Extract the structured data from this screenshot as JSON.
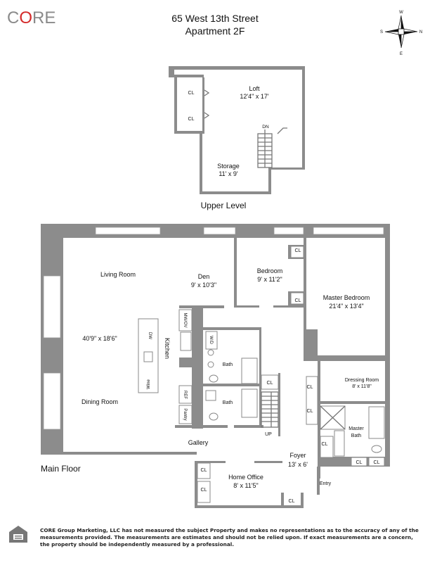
{
  "logo": {
    "text_pre": "C",
    "text_o": "O",
    "text_post": "RE"
  },
  "header": {
    "line1": "65 West 13th Street",
    "line2": "Apartment 2F"
  },
  "compass": {
    "n": "N",
    "s": "S",
    "e": "E",
    "w": "W"
  },
  "upper_level": {
    "label": "Upper Level",
    "loft": {
      "name": "Loft",
      "size": "12'4\" x 17'"
    },
    "storage": {
      "name": "Storage",
      "size": "11' x 9'"
    },
    "stairs": "DN",
    "closets": [
      "CL",
      "CL"
    ]
  },
  "main_floor": {
    "label": "Main Floor",
    "living_room": "Living Room",
    "living_dining_size": "40'9\" x 18'6\"",
    "dining_room": "Dining Room",
    "den": {
      "name": "Den",
      "size": "9' x 10'3\""
    },
    "bedroom": {
      "name": "Bedroom",
      "size": "9' x 11'2\""
    },
    "master_bedroom": {
      "name": "Master Bedroom",
      "size": "21'4\" x 13'4\""
    },
    "kitchen": "Kitchen",
    "fixtures": {
      "mw_ov": "MW/OV",
      "dw": "DW",
      "wine": "Wine",
      "wd": "W/D",
      "ref": "REF",
      "pantry": "Pantry"
    },
    "bath1": "Bath",
    "bath2": "Bath",
    "dressing_room": {
      "name": "Dressing Room",
      "size": "8' x 11'8\""
    },
    "master_bath": {
      "line1": "Master",
      "line2": "Bath"
    },
    "gallery": "Gallery",
    "stairs": "UP",
    "foyer": {
      "name": "Foyer",
      "size": "13' x 6'"
    },
    "home_office": {
      "name": "Home Office",
      "size": "8' x 11'5\""
    },
    "entry": "Entry",
    "closet_label": "CL"
  },
  "disclaimer": "CORE Group Marketing, LLC has not measured the subject Property and makes no representations as to the accuracy of any of the measurements provided. The measurements are estimates and should not be relied upon. If exact measurements are a concern, the property should be independently measured by a professional.",
  "colors": {
    "wall": "#8c8c8c",
    "logo_gray": "#8a8a8a",
    "logo_red": "#d42a2a"
  }
}
